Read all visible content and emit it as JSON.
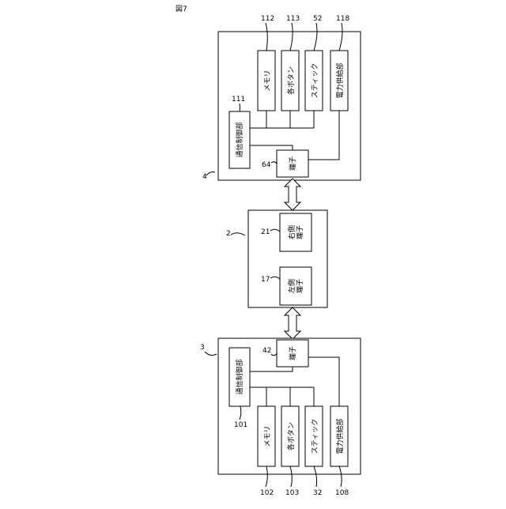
{
  "figure_label": "図7",
  "controller_right": {
    "ref": "4",
    "comm": {
      "ref": "111",
      "label": "通信制御部"
    },
    "terminal": {
      "ref": "64",
      "label": "端子"
    },
    "blocks": [
      {
        "ref": "112",
        "label": "メモリ"
      },
      {
        "ref": "113",
        "label": "各ボタン"
      },
      {
        "ref": "52",
        "label": "スティック"
      },
      {
        "ref": "118",
        "label": "電力供給部"
      }
    ]
  },
  "main_unit": {
    "ref": "2",
    "right_terminal": {
      "ref": "21",
      "label_line1": "右側",
      "label_line2": "端子"
    },
    "left_terminal": {
      "ref": "17",
      "label_line1": "左側",
      "label_line2": "端子"
    }
  },
  "controller_left": {
    "ref": "3",
    "comm": {
      "ref": "101",
      "label": "通信制御部"
    },
    "terminal": {
      "ref": "42",
      "label": "端子"
    },
    "blocks": [
      {
        "ref": "102",
        "label": "メモリ"
      },
      {
        "ref": "103",
        "label": "各ボタン"
      },
      {
        "ref": "32",
        "label": "スティック"
      },
      {
        "ref": "108",
        "label": "電力供給部"
      }
    ]
  }
}
